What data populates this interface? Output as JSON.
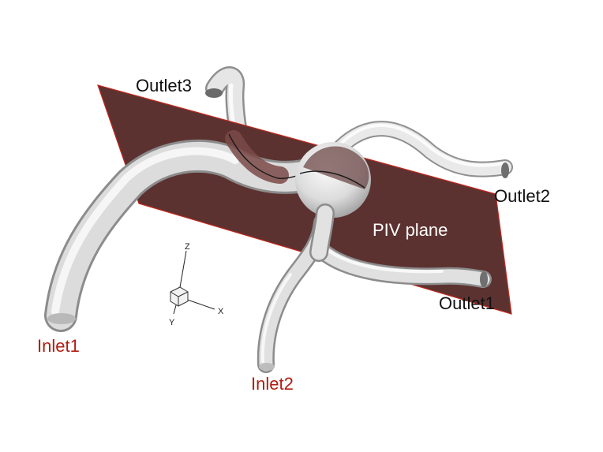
{
  "labels": {
    "outlet3": "Outlet3",
    "outlet2": "Outlet2",
    "outlet1": "Outlet1",
    "inlet1": "Inlet1",
    "inlet2": "Inlet2",
    "piv_plane": "PIV plane"
  },
  "axes": {
    "z": "Z",
    "x": "X",
    "y": "Y"
  },
  "colors": {
    "plane_fill": "#5c3230",
    "plane_edge": "#c0281e",
    "inlet_text": "#b01e12",
    "outlet_text": "#111111",
    "plane_text": "#ffffff",
    "vessel": "#e2e2e2"
  }
}
